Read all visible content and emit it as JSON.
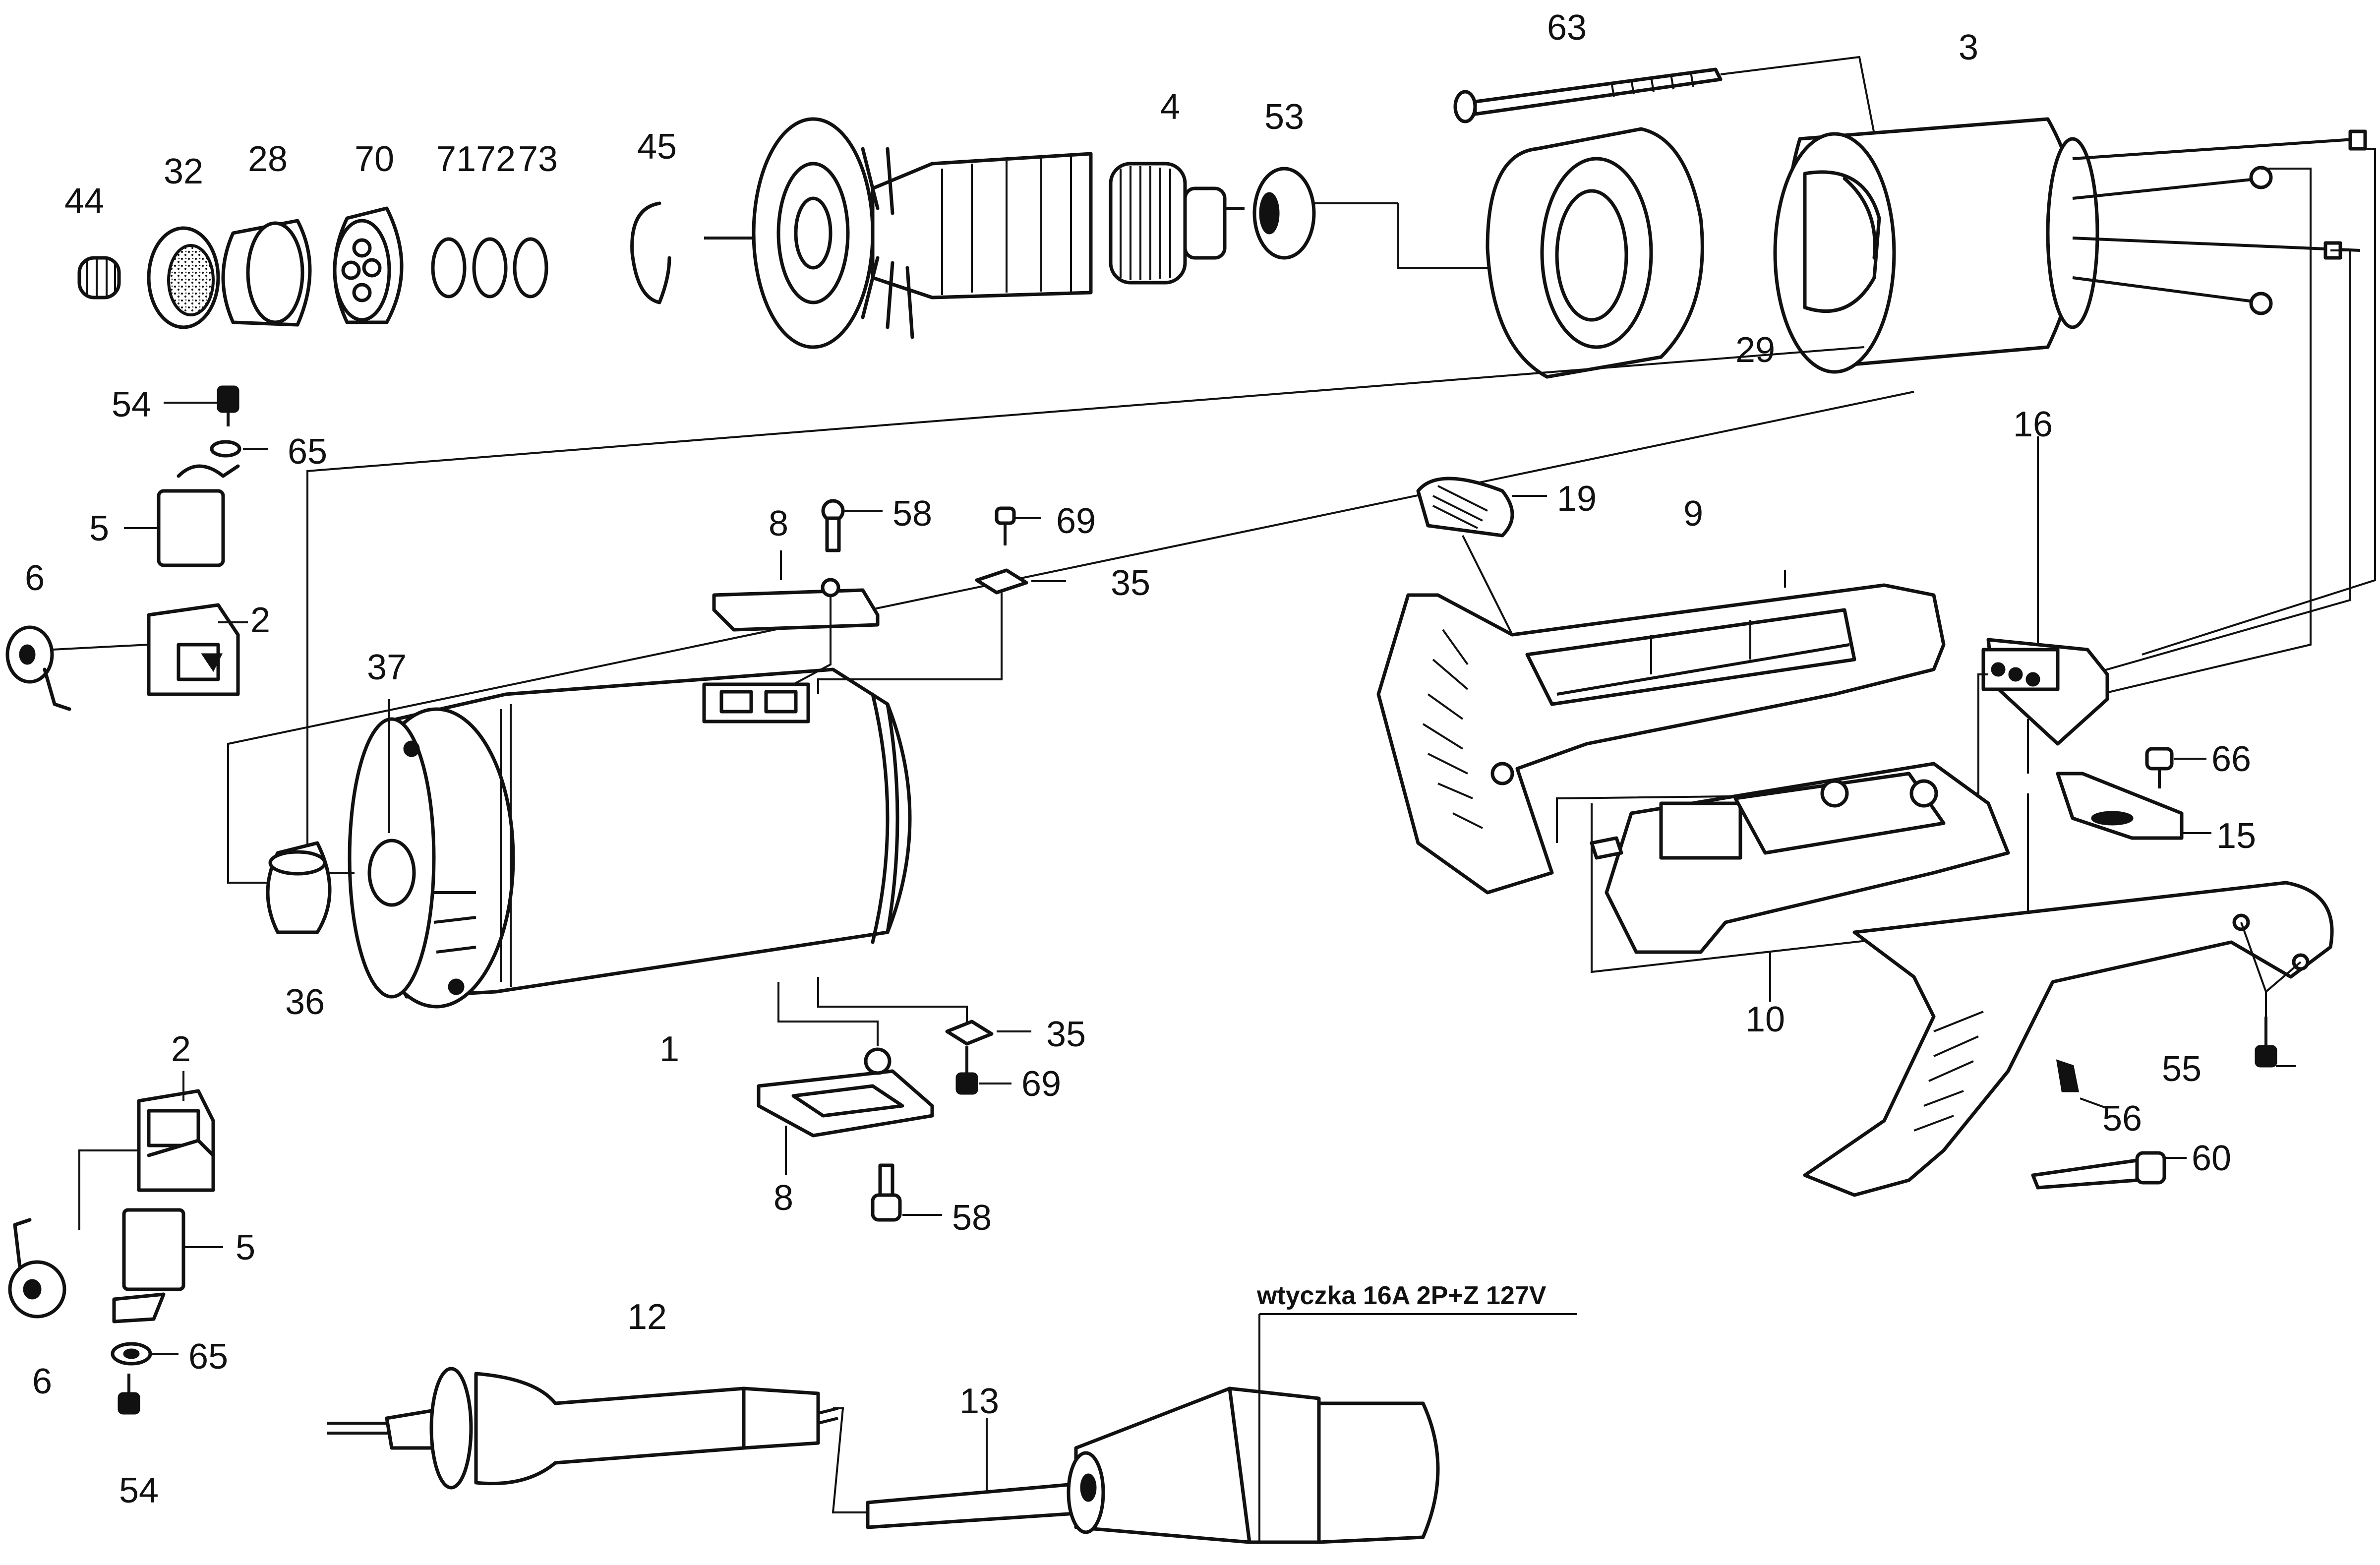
{
  "diagram": {
    "part_numbers": {
      "p1": "1",
      "p2a": "2",
      "p2b": "2",
      "p3": "3",
      "p4": "4",
      "p5a": "5",
      "p5b": "5",
      "p6a": "6",
      "p6b": "6",
      "p8a": "8",
      "p8b": "8",
      "p9": "9",
      "p10": "10",
      "p12": "12",
      "p13": "13",
      "p15": "15",
      "p16": "16",
      "p19": "19",
      "p28": "28",
      "p29": "29",
      "p32": "32",
      "p35a": "35",
      "p35b": "35",
      "p36": "36",
      "p37": "37",
      "p44": "44",
      "p45": "45",
      "p53": "53",
      "p54a": "54",
      "p54b": "54",
      "p55": "55",
      "p56": "56",
      "p58a": "58",
      "p58b": "58",
      "p60": "60",
      "p63": "63",
      "p65a": "65",
      "p65b": "65",
      "p66": "66",
      "p69a": "69",
      "p69b": "69",
      "p70": "70",
      "p71": "71",
      "p72": "72",
      "p73": "73"
    },
    "plug_label": "wtyczka 16A 2P+Z 127V"
  }
}
